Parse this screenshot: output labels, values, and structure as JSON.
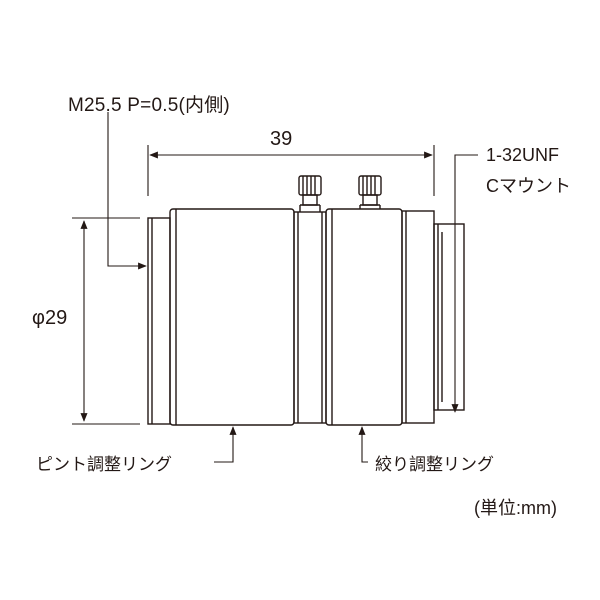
{
  "labels": {
    "thread": "M25.5 P=0.5(内側)",
    "length": "39",
    "mount_line1": "1-32UNF",
    "mount_line2": "Cマウント",
    "diameter": "φ29",
    "focus_ring": "ピント調整リング",
    "iris_ring": "絞り調整リング",
    "unit": "(単位:mm)"
  },
  "colors": {
    "line": "#231815",
    "body_fill": "#ffffff"
  }
}
